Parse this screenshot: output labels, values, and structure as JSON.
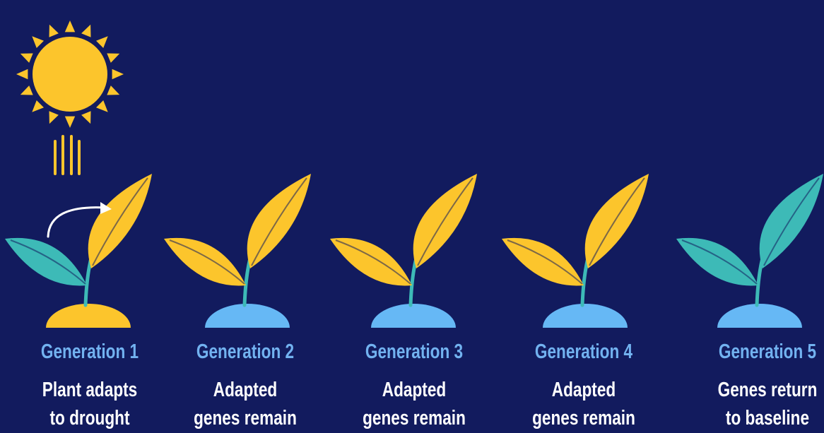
{
  "colors": {
    "background": "#121b5e",
    "sun": "#fcc52c",
    "adapted": "#fcc52c",
    "baseline": "#3dbab7",
    "soil_blue": "#66b8f5",
    "stem": "#3dbab7",
    "gen_label": "#72b2f0",
    "text": "#ffffff"
  },
  "icons": {
    "sun": "sun-icon",
    "heat": "heat-lines-icon",
    "arrow": "curved-arrow-icon"
  },
  "generations": [
    {
      "label": "Generation 1",
      "desc_line1": "Plant adapts",
      "desc_line2": "to drought",
      "left_leaf": "baseline",
      "right_leaf": "adapted",
      "soil": "adapted"
    },
    {
      "label": "Generation 2",
      "desc_line1": "Adapted",
      "desc_line2": "genes remain",
      "left_leaf": "adapted",
      "right_leaf": "adapted",
      "soil": "soil_blue"
    },
    {
      "label": "Generation 3",
      "desc_line1": "Adapted",
      "desc_line2": "genes remain",
      "left_leaf": "adapted",
      "right_leaf": "adapted",
      "soil": "soil_blue"
    },
    {
      "label": "Generation 4",
      "desc_line1": "Adapted",
      "desc_line2": "genes remain",
      "left_leaf": "adapted",
      "right_leaf": "adapted",
      "soil": "soil_blue"
    },
    {
      "label": "Generation 5",
      "desc_line1": "Genes return",
      "desc_line2": "to baseline",
      "left_leaf": "baseline",
      "right_leaf": "baseline",
      "soil": "soil_blue"
    }
  ]
}
